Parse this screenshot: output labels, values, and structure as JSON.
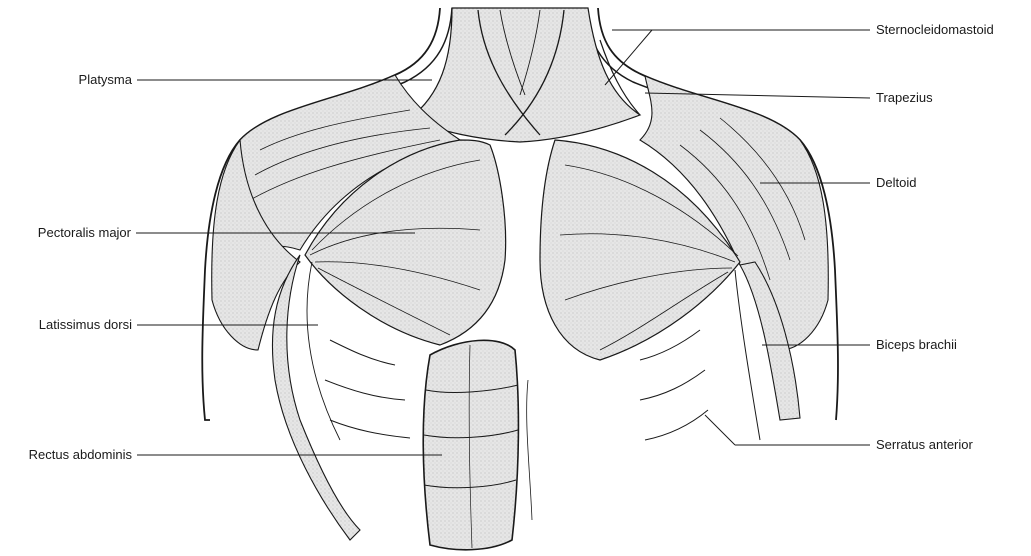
{
  "diagram": {
    "labels_left": [
      {
        "id": "platysma",
        "text": "Platysma"
      },
      {
        "id": "pectoralis-major",
        "text": "Pectoralis major"
      },
      {
        "id": "latissimus-dorsi",
        "text": "Latissimus dorsi"
      },
      {
        "id": "rectus-abdominis",
        "text": "Rectus abdominis"
      }
    ],
    "labels_right": [
      {
        "id": "sternocleidomastoid",
        "text": "Sternocleidomastoid"
      },
      {
        "id": "trapezius",
        "text": "Trapezius"
      },
      {
        "id": "deltoid",
        "text": "Deltoid"
      },
      {
        "id": "biceps-brachii",
        "text": "Biceps brachii"
      },
      {
        "id": "serratus-anterior",
        "text": "Serratus anterior"
      }
    ]
  },
  "colors": {
    "ink": "#1a1a1a",
    "muscle_fill": "#e3e3e3",
    "background": "#ffffff"
  }
}
